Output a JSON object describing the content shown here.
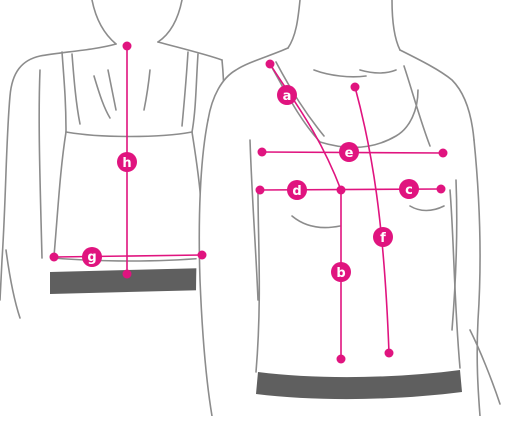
{
  "colors": {
    "measure": "#e0147f",
    "outline": "#8c8c8c",
    "waistband": "#5f5f5f",
    "label_text": "#ffffff",
    "background": "#ffffff"
  },
  "measurements": {
    "a": "a",
    "b": "b",
    "c": "c",
    "d": "d",
    "e": "e",
    "f": "f",
    "g": "g",
    "h": "h"
  }
}
